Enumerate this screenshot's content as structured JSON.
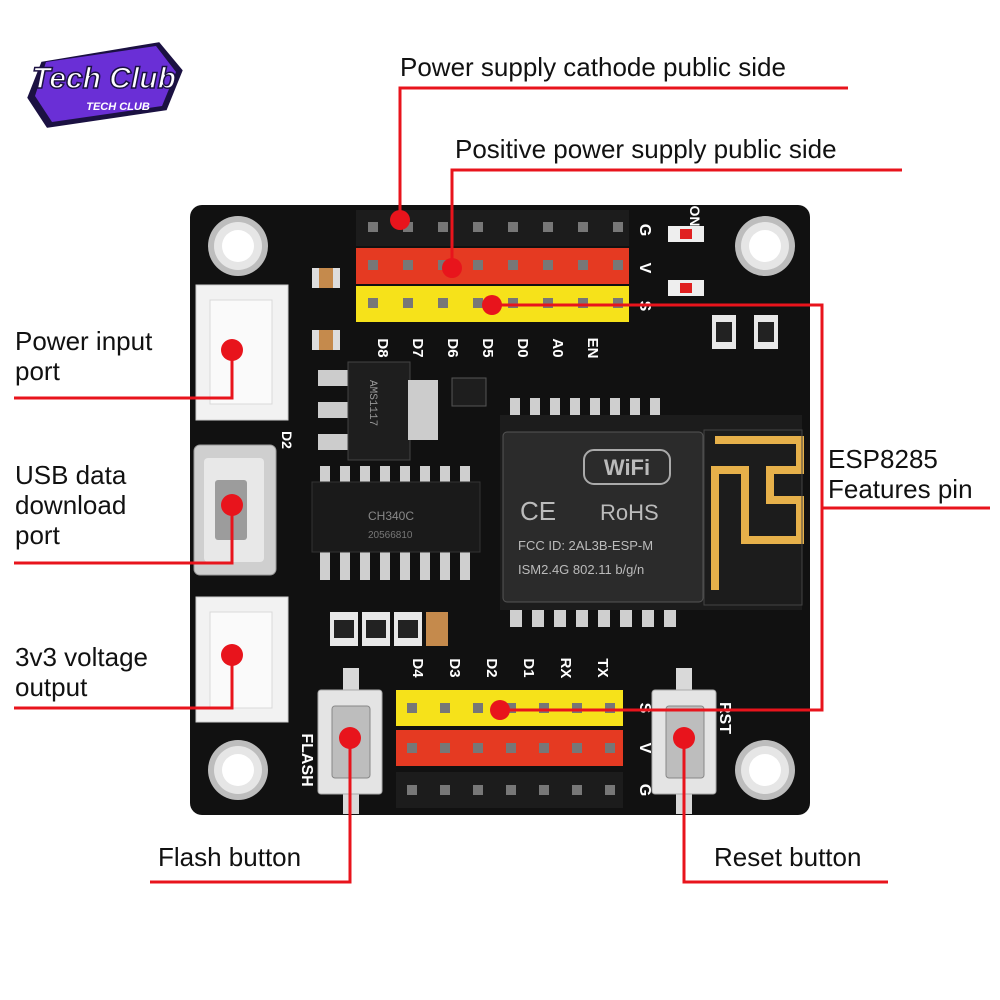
{
  "logo": {
    "main_text": "Tech Club",
    "sub_text": "TECH CLUB"
  },
  "callouts": {
    "cathode": "Power supply cathode public side",
    "positive": "Positive power supply public side",
    "power_input": "Power input\nport",
    "usb": "USB data\ndownload\nport",
    "v33": "3v3 voltage\noutput",
    "esp": "ESP8285\nFeatures pin",
    "flash": "Flash button",
    "reset": "Reset button"
  },
  "board": {
    "top_pin_labels": [
      "D8",
      "D7",
      "D6",
      "D5",
      "D0",
      "A0",
      "EN"
    ],
    "bottom_pin_labels": [
      "D4",
      "D3",
      "D2",
      "D1",
      "RX",
      "TX"
    ],
    "row_labels": [
      "G",
      "V",
      "S"
    ],
    "on_label": "ON",
    "flash_label": "FLASH",
    "rst_label": "RST",
    "d2_label": "D2",
    "ldo_text": "AMS1117",
    "ch340_text": "CH340C",
    "ch340_code": "20566810"
  },
  "module": {
    "wifi": "WiFi",
    "ce": "CE",
    "rohs": "RoHS",
    "fcc": "FCC ID: 2AL3B-ESP-M",
    "ism": "ISM2.4G  802.11 b/g/n"
  },
  "colors": {
    "callout_line": "#e8141c",
    "board": "#111111",
    "header_red": "#e53a22",
    "header_yellow": "#f6e21a",
    "header_black": "#1c1c1c",
    "connector": "#f2f2f2",
    "module": "#2a2a2a",
    "led_red": "#e02020",
    "logo_purple": "#6a2fd6"
  }
}
